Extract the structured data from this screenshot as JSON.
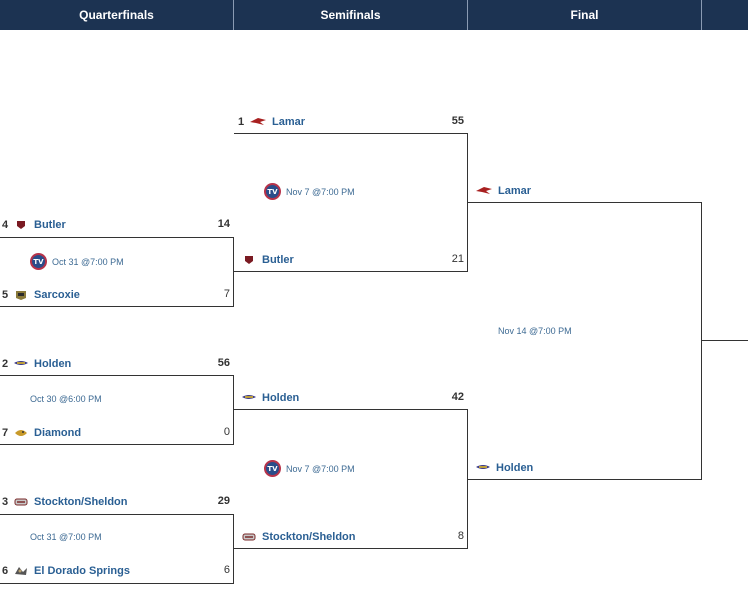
{
  "headers": {
    "quarterfinals": "Quarterfinals",
    "semifinals": "Semifinals",
    "final": "Final"
  },
  "quarterfinals": [
    {
      "top": {
        "seed": "4",
        "name": "Butler",
        "score": "14",
        "logo": "butler-logo-icon"
      },
      "bottom": {
        "seed": "5",
        "name": "Sarcoxie",
        "score": "7",
        "logo": "sarcoxie-logo-icon"
      },
      "game": "Oct 31 @7:00 PM",
      "tv": true
    },
    {
      "top": {
        "seed": "2",
        "name": "Holden",
        "score": "56",
        "logo": "holden-logo-icon"
      },
      "bottom": {
        "seed": "7",
        "name": "Diamond",
        "score": "0",
        "logo": "diamond-logo-icon"
      },
      "game": "Oct 30 @6:00 PM",
      "tv": false
    },
    {
      "top": {
        "seed": "3",
        "name": "Stockton/Sheldon",
        "score": "29",
        "logo": "stockton-sheldon-logo-icon"
      },
      "bottom": {
        "seed": "6",
        "name": "El Dorado Springs",
        "score": "6",
        "logo": "el-dorado-springs-logo-icon"
      },
      "game": "Oct 31 @7:00 PM",
      "tv": false
    }
  ],
  "semifinals": [
    {
      "top": {
        "seed": "1",
        "name": "Lamar",
        "score": "55",
        "logo": "lamar-logo-icon"
      },
      "bottom": {
        "seed": "",
        "name": "Butler",
        "score": "21",
        "logo": "butler-logo-icon"
      },
      "game": "Nov 7 @7:00 PM",
      "tv": true
    },
    {
      "top": {
        "seed": "",
        "name": "Holden",
        "score": "42",
        "logo": "holden-logo-icon"
      },
      "bottom": {
        "seed": "",
        "name": "Stockton/Sheldon",
        "score": "8",
        "logo": "stockton-sheldon-logo-icon"
      },
      "game": "Nov 7 @7:00 PM",
      "tv": true
    }
  ],
  "final": {
    "top": {
      "name": "Lamar",
      "logo": "lamar-logo-icon"
    },
    "bottom": {
      "name": "Holden",
      "logo": "holden-logo-icon"
    },
    "game": "Nov 14 @7:00 PM"
  },
  "tv_label": "TV",
  "colors": {
    "header_bg": "#1c3352",
    "team_link": "#2a5f93",
    "game_text": "#3d6a93"
  }
}
